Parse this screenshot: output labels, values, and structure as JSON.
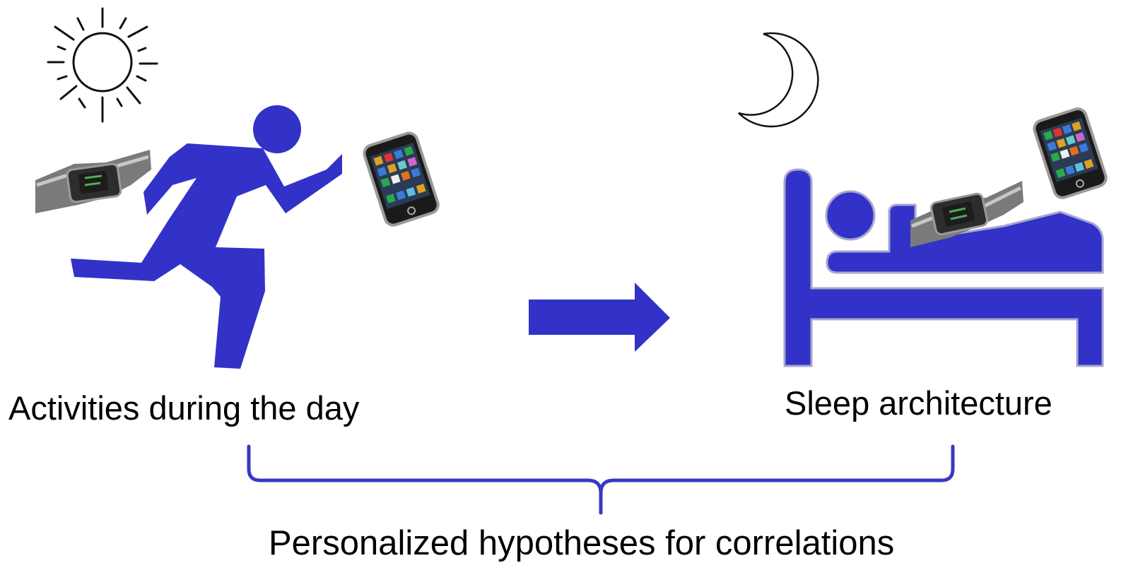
{
  "captions": {
    "day": "Activities during the day",
    "night": "Sleep architecture",
    "relation": "Personalized hypotheses for correlations"
  },
  "icons": {
    "sun": "sun-icon",
    "moon": "moon-icon",
    "runner": "running-person-icon",
    "sleeper": "person-in-bed-icon",
    "smartwatch": "smartwatch-icon",
    "smartphone": "smartphone-icon",
    "arrow": "right-arrow-icon",
    "brace": "curly-brace-icon"
  },
  "colors": {
    "figure_blue": "#3232c8",
    "brace_blue": "#3838c4",
    "outline": "#111111",
    "text": "#000000"
  }
}
